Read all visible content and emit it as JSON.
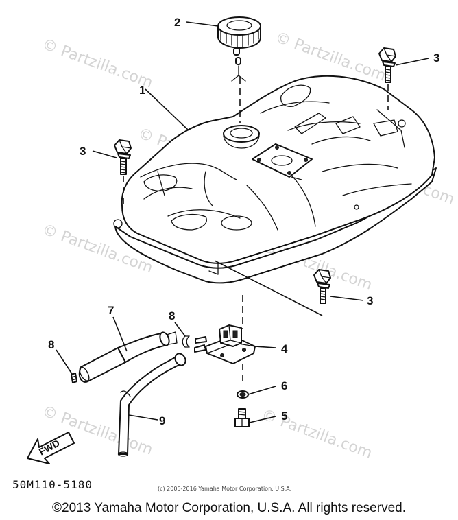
{
  "watermarks": [
    "© Partzilla.com",
    "© Partzilla.com",
    "© Partzilla.com",
    "© Partzilla.com",
    "© Partzilla.com",
    "© Partzilla.com",
    "© Partzilla.com",
    "© Partzilla.com"
  ],
  "callouts": {
    "c1": "1",
    "c2": "2",
    "c3_right_top": "3",
    "c3_left": "3",
    "c3_right_mid": "3",
    "c4": "4",
    "c5": "5",
    "c6": "6",
    "c7": "7",
    "c8_left": "8",
    "c8_center": "8",
    "c9": "9"
  },
  "fwd_label": "FWD",
  "part_code": "50M110-5180",
  "small_copyright": "(c) 2005-2016 Yamaha Motor Corporation, U.S.A.",
  "copyright": "©2013 Yamaha Motor Corporation, U.S.A. All rights reserved."
}
